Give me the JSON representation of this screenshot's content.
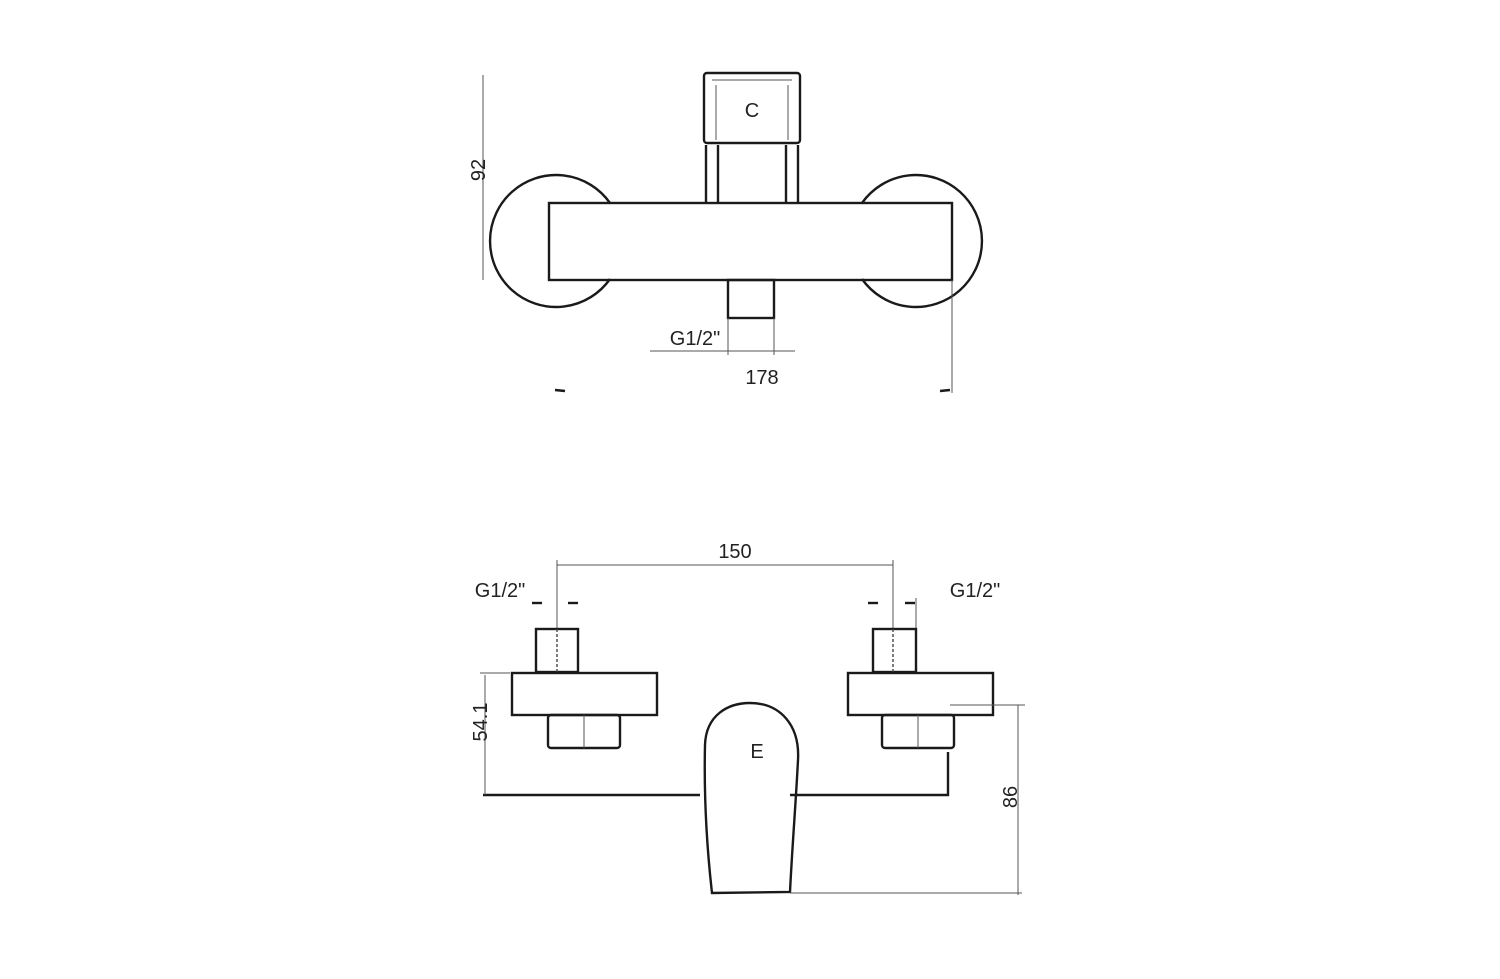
{
  "top_view": {
    "height_dim": "92",
    "width_dim": "178",
    "outlet_thread": "G1/2\"",
    "handle_mark": "C"
  },
  "front_view": {
    "inlet_spacing_dim": "150",
    "left_inlet_thread": "G1/2\"",
    "right_inlet_thread": "G1/2\"",
    "inlet_height_dim": "54.1",
    "body_height_dim": "86",
    "lever_logo": "E"
  }
}
